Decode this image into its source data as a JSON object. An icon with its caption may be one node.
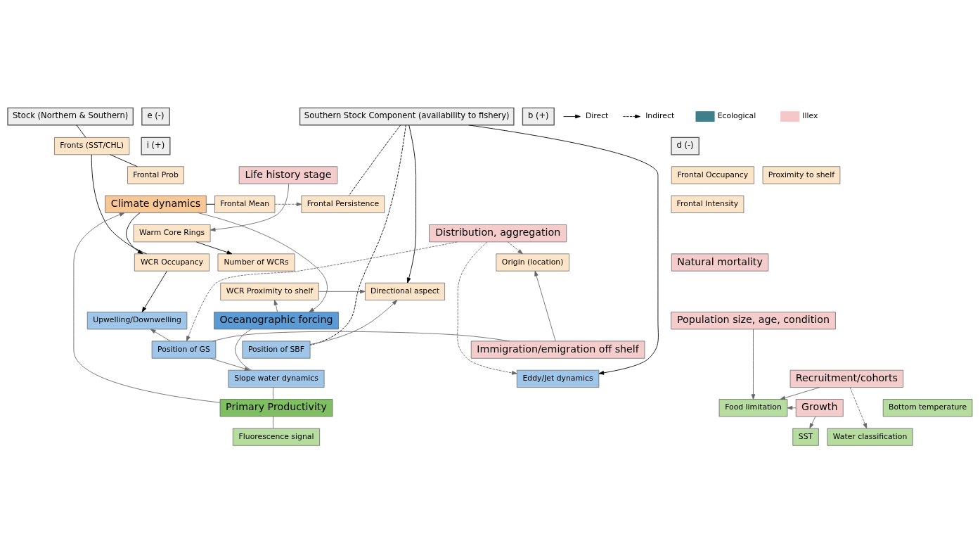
{
  "diagram": {
    "nodes": [
      {
        "text": [
          "Stock (Northern & Southern)"
        ]
      },
      {
        "text": [
          "Southern Stock Component (availability to fishery)"
        ]
      },
      {
        "text": [
          "e (-)"
        ]
      },
      {
        "text": [
          "b (+)"
        ]
      },
      {
        "text": [
          "i (+)"
        ]
      },
      {
        "text": [
          "d (-)"
        ]
      },
      {
        "text": [
          "Fronts (SST/CHL)"
        ]
      },
      {
        "text": [
          "Frontal Prob"
        ]
      },
      {
        "text": [
          "Frontal Occupancy"
        ]
      },
      {
        "text": [
          "Proximity to shelf"
        ]
      },
      {
        "text": [
          "Climate dynamics"
        ]
      },
      {
        "text": [
          "Frontal Mean"
        ]
      },
      {
        "text": [
          "Frontal Persistence"
        ]
      },
      {
        "text": [
          "Frontal Intensity"
        ]
      },
      {
        "text": [
          "Life history stage"
        ]
      },
      {
        "text": [
          "Warm Core Rings"
        ]
      },
      {
        "text": [
          "Distribution, aggregation"
        ]
      },
      {
        "text": [
          "WCR Occupancy"
        ]
      },
      {
        "text": [
          "Number of WCRs"
        ]
      },
      {
        "text": [
          "Origin (location)"
        ]
      },
      {
        "text": [
          "Natural mortality"
        ]
      },
      {
        "text": [
          "WCR Proximity to shelf"
        ]
      },
      {
        "text": [
          "Directional aspect"
        ]
      },
      {
        "text": [
          "Oceanographic forcing"
        ]
      },
      {
        "text": [
          "Upwelling/Downwelling"
        ]
      },
      {
        "text": [
          "Population size, age, condition"
        ]
      },
      {
        "text": [
          "Position of SBF"
        ]
      },
      {
        "text": [
          "Position of GS"
        ]
      },
      {
        "text": [
          "Immigration/emigration off shelf"
        ]
      },
      {
        "text": [
          "Slope water dynamics"
        ]
      },
      {
        "text": [
          "Eddy/Jet dynamics"
        ]
      },
      {
        "text": [
          "Recruitment/cohorts"
        ]
      },
      {
        "text": [
          "Primary Productivity"
        ]
      },
      {
        "text": [
          "Bottom temperature"
        ]
      },
      {
        "text": [
          "Food limitation"
        ]
      },
      {
        "text": [
          "Growth"
        ]
      },
      {
        "text": [
          "SST"
        ]
      },
      {
        "text": [
          "Fluorescence signal"
        ]
      },
      {
        "text": [
          "Water classification"
        ]
      }
    ],
    "edges": [
      {
        "from": 0,
        "to": 6,
        "arrow": "none",
        "color": "#000000"
      },
      {
        "from": 6,
        "to": 7,
        "arrow": "none",
        "color": "#000000"
      },
      {
        "from": 10,
        "to": 11,
        "arrow": "none",
        "color": "#000000"
      },
      {
        "from": 11,
        "to": 12,
        "arrow": "to",
        "style": "dashed"
      },
      {
        "from": 6,
        "to": 17,
        "arrow": "none",
        "color": "#000000"
      },
      {
        "from": 10,
        "to": 17,
        "arrow": "to",
        "color": "#000000"
      },
      {
        "from": 1,
        "to": 12,
        "arrow": "none",
        "style": "dashed",
        "color": "#000000"
      },
      {
        "from": 1,
        "to": 26,
        "arrow": "none",
        "style": "dashed",
        "color": "#000000"
      },
      {
        "from": 15,
        "to": 18,
        "arrow": "to",
        "color": "#000000"
      },
      {
        "from": 1,
        "to": 22,
        "arrow": "to",
        "color": "#000000"
      },
      {
        "from": 1,
        "to": 30,
        "arrow": "to",
        "color": "#000000"
      },
      {
        "from": 14,
        "to": 15,
        "arrow": "to"
      },
      {
        "from": 16,
        "to": 19,
        "arrow": "to",
        "style": "dashed"
      },
      {
        "from": 16,
        "to": 27,
        "arrow": "to",
        "style": "dashed"
      },
      {
        "from": 16,
        "to": 30,
        "arrow": "to",
        "style": "dashed"
      },
      {
        "from": 31,
        "to": 38,
        "arrow": "to",
        "style": "dashed"
      },
      {
        "from": 25,
        "to": 34,
        "arrow": "to"
      },
      {
        "from": 28,
        "to": 19,
        "arrow": "to"
      },
      {
        "from": 28,
        "to": 27,
        "arrow": "none"
      },
      {
        "from": 27,
        "to": 29,
        "arrow": "to"
      },
      {
        "from": 27,
        "to": 24,
        "arrow": "to"
      },
      {
        "from": 31,
        "to": 34,
        "arrow": "to"
      },
      {
        "from": 35,
        "to": 34,
        "arrow": "to"
      },
      {
        "from": 35,
        "to": 36,
        "arrow": "to"
      },
      {
        "from": 32,
        "to": 10,
        "arrow": "to"
      },
      {
        "from": 10,
        "to": 23,
        "arrow": "to"
      },
      {
        "from": 23,
        "to": 21,
        "arrow": "to"
      },
      {
        "from": 23,
        "to": 29,
        "arrow": "none"
      },
      {
        "from": 29,
        "to": 32,
        "arrow": "none"
      },
      {
        "from": 32,
        "to": 37,
        "arrow": "none"
      },
      {
        "from": 21,
        "to": 22,
        "arrow": "to"
      },
      {
        "from": 26,
        "to": 22,
        "arrow": "to"
      },
      {
        "from": 17,
        "to": 24,
        "arrow": "to",
        "color": "#000000"
      }
    ],
    "legend": [
      {
        "text": "Direct"
      },
      {
        "text": "Indirect"
      },
      {
        "text": "Ecological",
        "color": "#3f7f8c"
      },
      {
        "text": "Illex",
        "color": "#f4c7c9"
      }
    ]
  }
}
